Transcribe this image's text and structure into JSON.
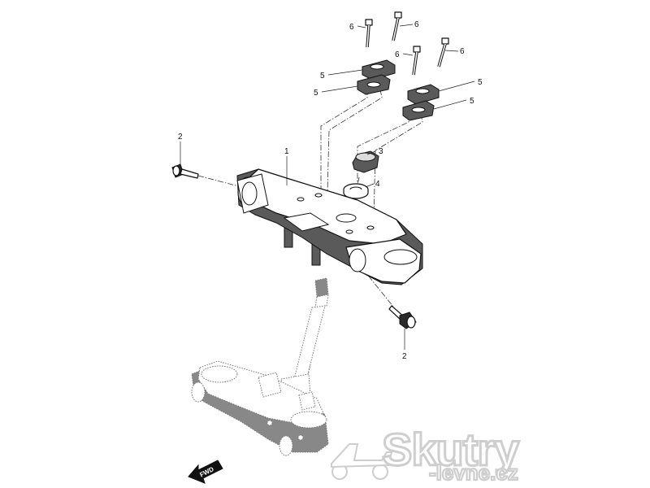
{
  "callouts": {
    "c1": "1",
    "c2a": "2",
    "c2b": "2",
    "c3": "3",
    "c4": "4",
    "c5a": "5",
    "c5b": "5",
    "c5c": "5",
    "c5d": "5",
    "c6a": "6",
    "c6b": "6",
    "c6c": "6",
    "c6d": "6"
  },
  "direction_arrow": {
    "label": "FWD"
  },
  "watermark": {
    "brand": "Skutry",
    "domain": "-levne.cz"
  }
}
